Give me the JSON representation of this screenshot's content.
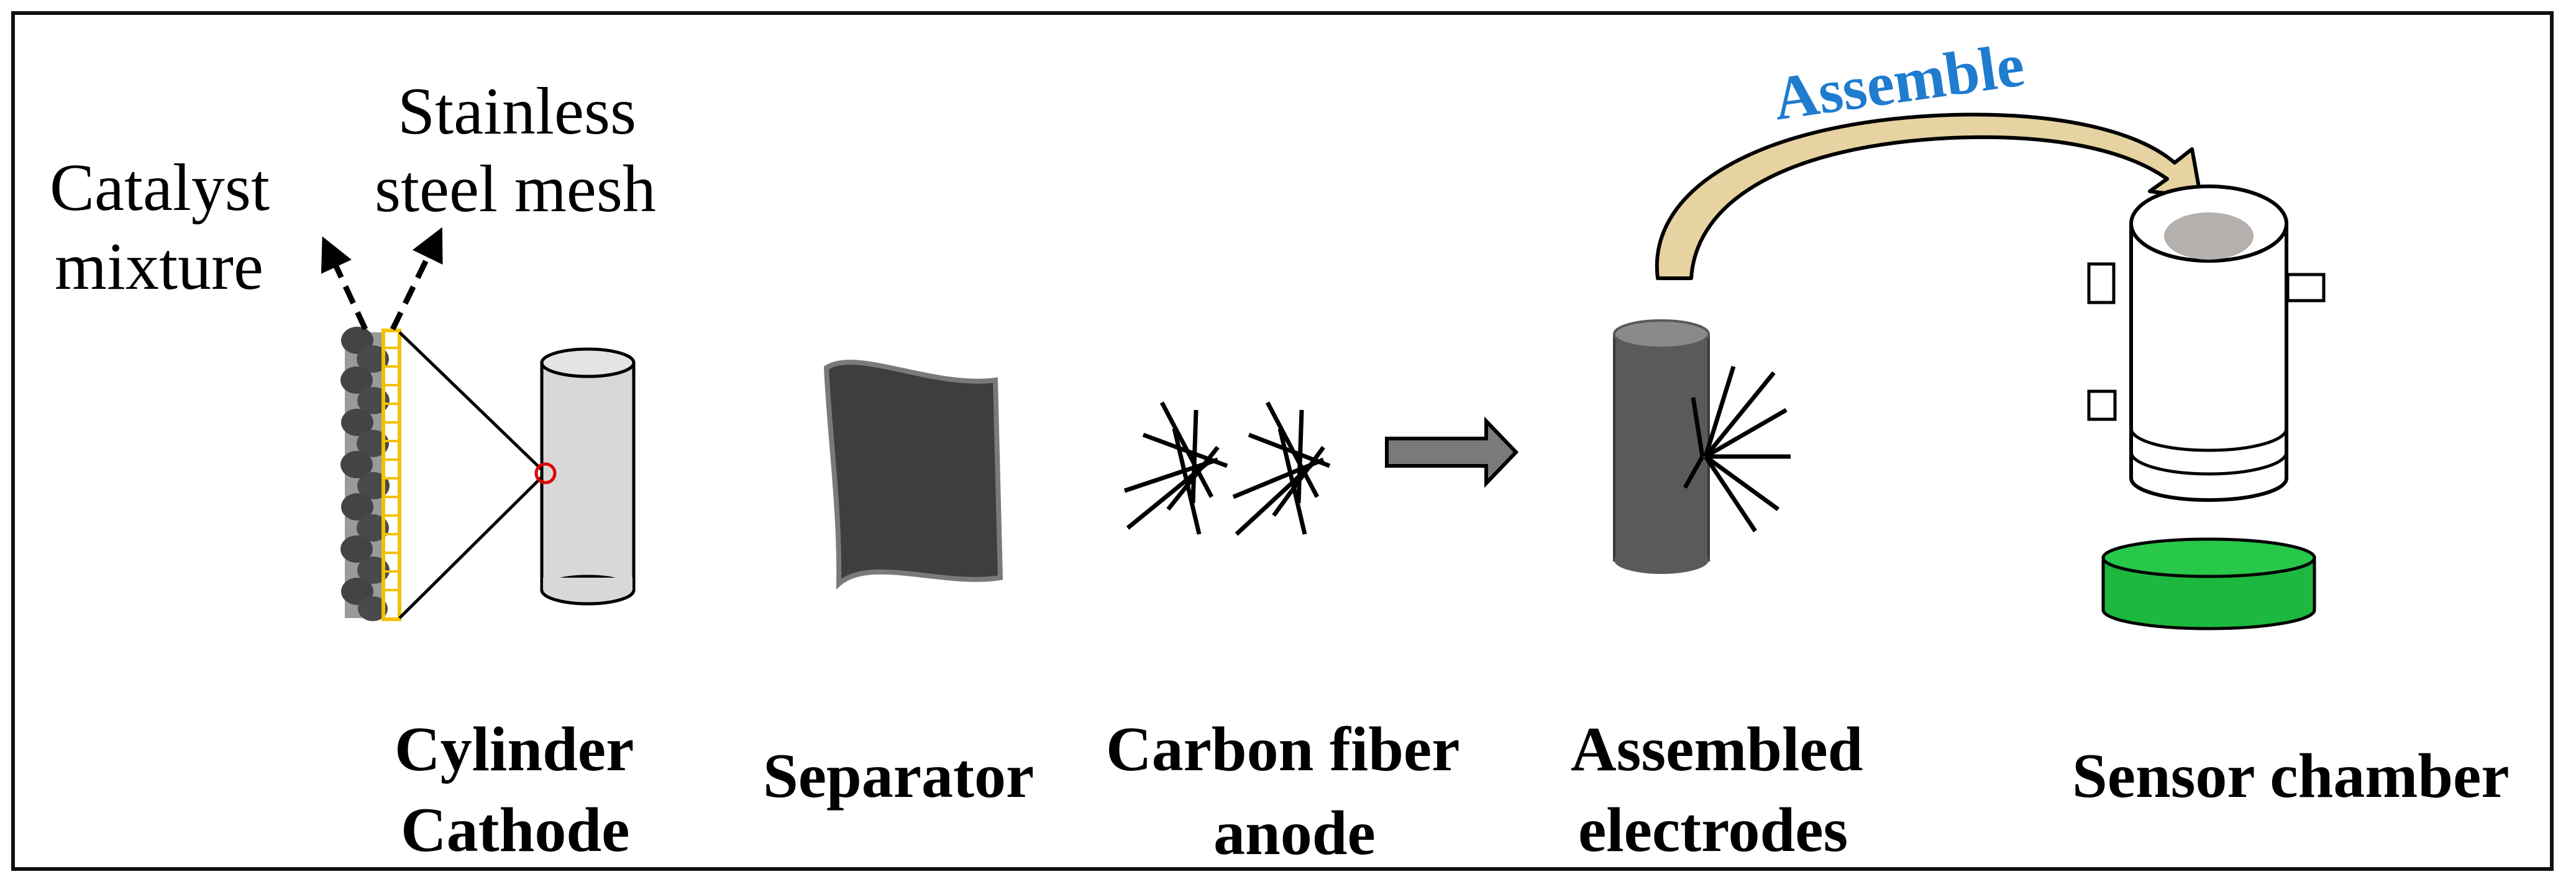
{
  "annotations": {
    "catalyst_line1": "Catalyst",
    "catalyst_line2": "mixture",
    "mesh_line1": "Stainless",
    "mesh_line2": "steel mesh",
    "assemble": "Assemble"
  },
  "components": {
    "cathode_line1": "Cylinder",
    "cathode_line2": "Cathode",
    "separator": "Separator",
    "anode_line1": "Carbon fiber",
    "anode_line2": "anode",
    "electrodes_line1": "Assembled",
    "electrodes_line2": "electrodes",
    "chamber": "Sensor chamber"
  },
  "colors": {
    "assemble_text": "#1f7ccf",
    "assemble_arrow": "#e6d3a1",
    "mesh": "#f2c200",
    "highlight_circle": "#e00000",
    "green_base": "#1db83f",
    "separator": "#3e3e3e",
    "electrode_rod": "#5a5a5a",
    "cathode_cylinder": "#d8d8d8"
  }
}
